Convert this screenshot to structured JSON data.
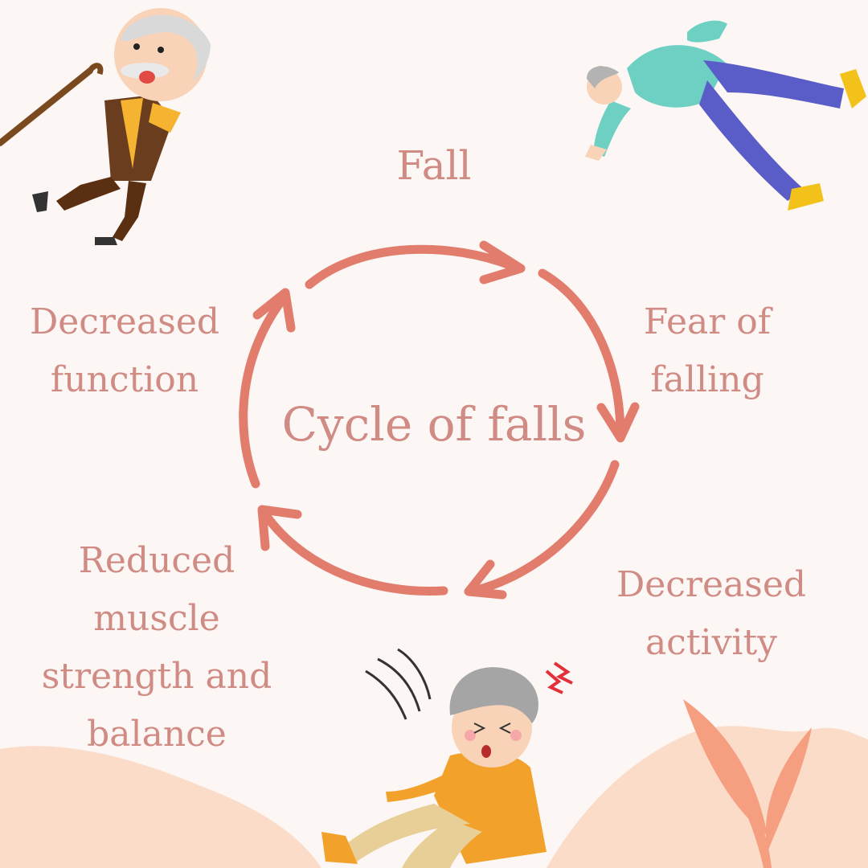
{
  "diagram": {
    "center_title": "Cycle of falls",
    "steps": [
      {
        "label": "Fall"
      },
      {
        "label": "Fear of\nfalling"
      },
      {
        "label": "Decreased\nactivity"
      },
      {
        "label": "Reduced muscle\nstrength and\nbalance"
      },
      {
        "label": "Decreased\nfunction"
      }
    ]
  },
  "colors": {
    "background": "#fcf6f4",
    "text": "#d08c84",
    "arrow": "#e27c6c",
    "peach_blob": "#fbdcc9",
    "leaf": "#f59f80"
  },
  "illustrations": [
    "elderly-man-with-cane-falling",
    "elderly-woman-falling-forward",
    "elderly-woman-fallen-sitting"
  ]
}
